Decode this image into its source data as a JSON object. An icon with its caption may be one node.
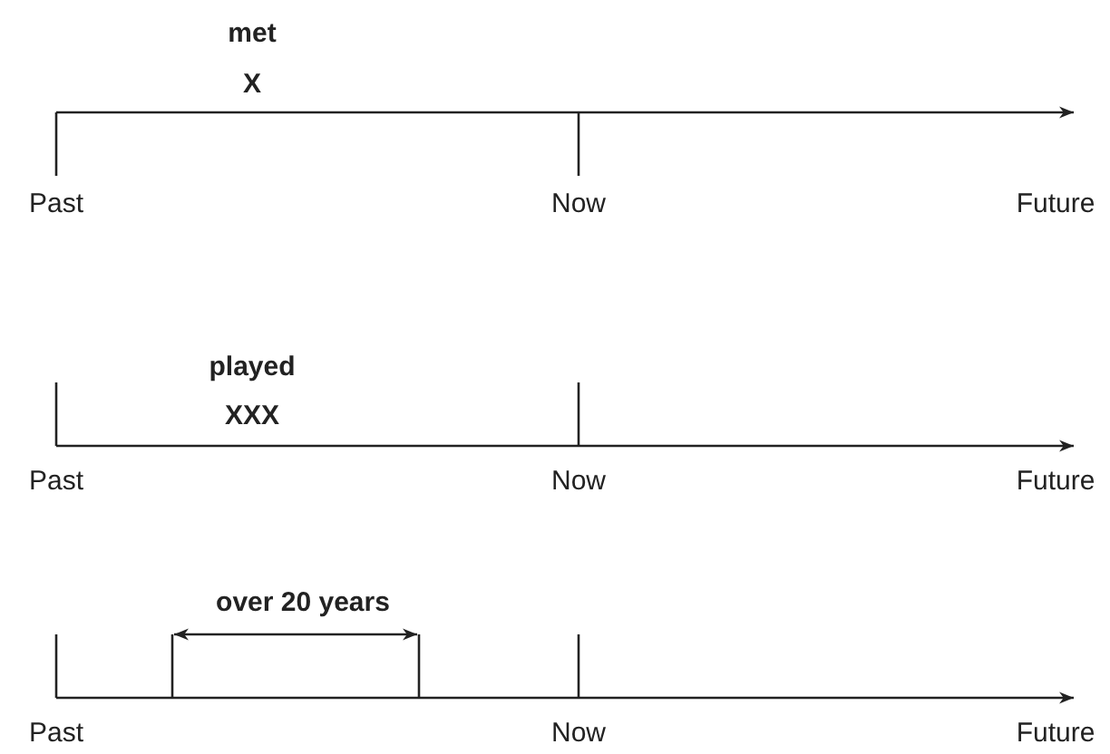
{
  "diagram": {
    "labels": [
      "met",
      "X",
      "Past",
      "Now",
      "Future",
      "played",
      "XXX",
      "Past",
      "Now",
      "Future",
      "over 20 years",
      "Past",
      "Now",
      "Future"
    ]
  }
}
